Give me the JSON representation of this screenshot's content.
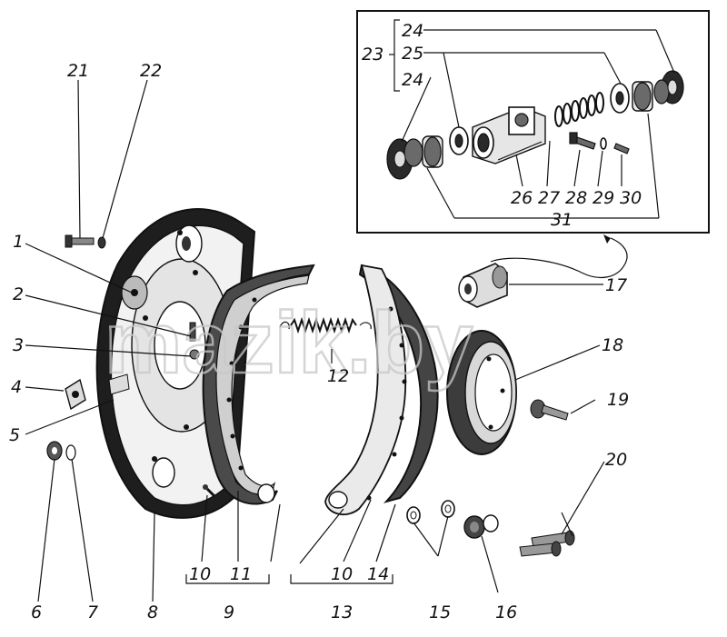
{
  "watermark": "mazik.by",
  "labels": {
    "l1": "1",
    "l2": "2",
    "l3": "3",
    "l4": "4",
    "l5": "5",
    "l6": "6",
    "l7": "7",
    "l8": "8",
    "l9": "9",
    "l10a": "10",
    "l10b": "10",
    "l11": "11",
    "l12": "12",
    "l13": "13",
    "l14": "14",
    "l15": "15",
    "l16": "16",
    "l17": "17",
    "l18": "18",
    "l19": "19",
    "l20": "20",
    "l21": "21",
    "l22": "22",
    "l23": "23",
    "l24a": "24",
    "l24b": "24",
    "l25": "25",
    "l26": "26",
    "l27": "27",
    "l28": "28",
    "l29": "29",
    "l30": "30",
    "l31": "31"
  }
}
